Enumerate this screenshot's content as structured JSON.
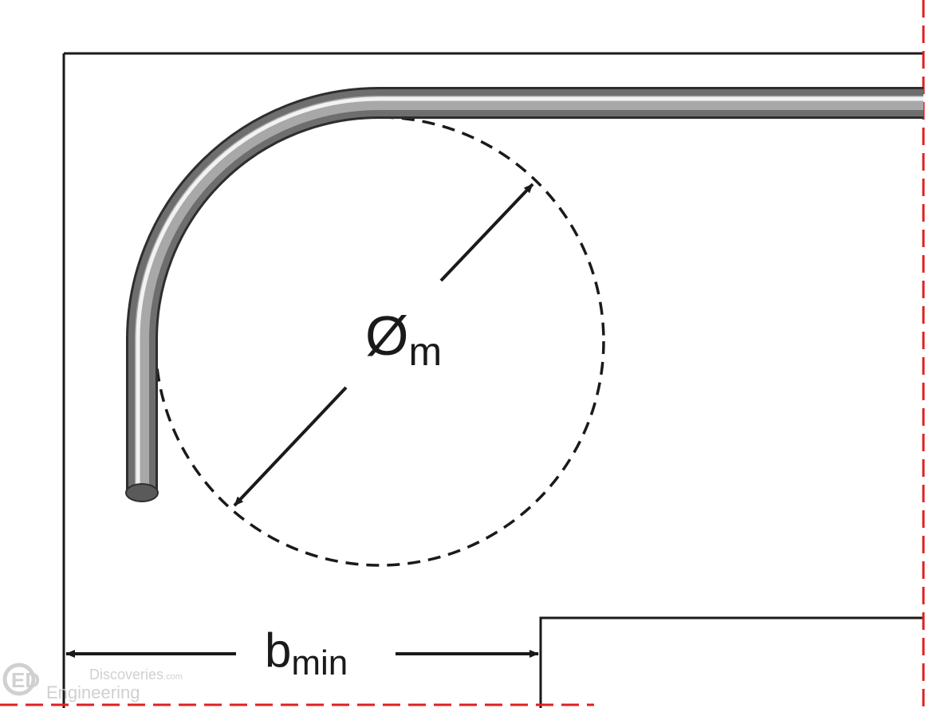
{
  "labels": {
    "diameter_symbol": "Ø",
    "diameter_subscript": "m",
    "width_symbol": "b",
    "width_subscript": "min"
  },
  "watermark": {
    "logo_letters": "ED",
    "line1": "Discoveries",
    "line1_suffix": ".com",
    "line2": "Engineering"
  },
  "colors": {
    "outline": "#1a1a1a",
    "centerline": "#e02020",
    "rebar_dark": "#3c3c3c",
    "rebar_light": "#f2f2f2",
    "watermark": "#c8c8c8"
  }
}
